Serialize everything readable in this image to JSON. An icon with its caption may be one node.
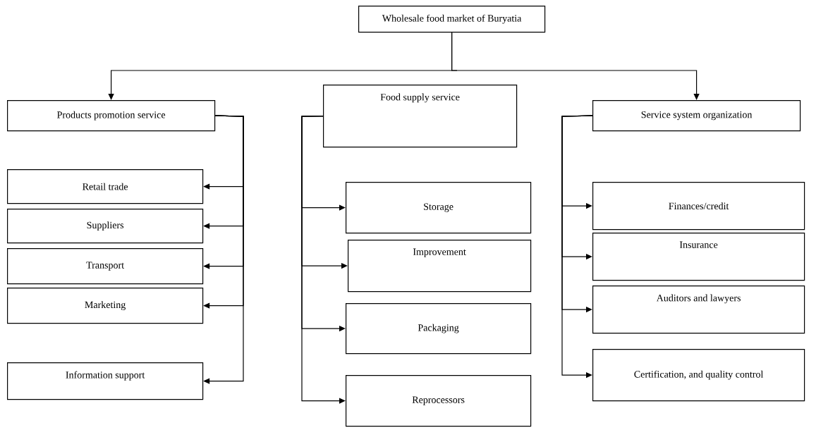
{
  "diagram": {
    "nodes": [
      {
        "text": [
          "Wholesale food market of Buryatia"
        ]
      },
      {
        "text": [
          "Products promotion service"
        ]
      },
      {
        "text": [
          "Food supply service"
        ]
      },
      {
        "text": [
          "Service system organization"
        ]
      },
      {
        "text": [
          "Retail trade"
        ]
      },
      {
        "text": [
          "Suppliers"
        ]
      },
      {
        "text": [
          "Transport"
        ]
      },
      {
        "text": [
          "Marketing"
        ]
      },
      {
        "text": [
          "Information support"
        ]
      },
      {
        "text": [
          "Storage"
        ]
      },
      {
        "text": [
          "Improvement"
        ]
      },
      {
        "text": [
          "Packaging"
        ]
      },
      {
        "text": [
          "Reprocessors"
        ]
      },
      {
        "text": [
          "Finances/credit"
        ]
      },
      {
        "text": [
          "Insurance"
        ]
      },
      {
        "text": [
          "Auditors and lawyers"
        ]
      },
      {
        "text": [
          "Certification, and quality control"
        ]
      }
    ],
    "edges": [
      {
        "from": 0,
        "to": 1,
        "arrow": "to"
      },
      {
        "from": 0,
        "to": 3,
        "arrow": "to"
      },
      {
        "from": 1,
        "to": 4,
        "arrow": "to"
      },
      {
        "from": 1,
        "to": 5,
        "arrow": "to"
      },
      {
        "from": 1,
        "to": 6,
        "arrow": "to"
      },
      {
        "from": 1,
        "to": 7,
        "arrow": "to"
      },
      {
        "from": 1,
        "to": 8,
        "arrow": "to"
      },
      {
        "from": 2,
        "to": 9,
        "arrow": "to"
      },
      {
        "from": 2,
        "to": 10,
        "arrow": "to"
      },
      {
        "from": 2,
        "to": 11,
        "arrow": "to"
      },
      {
        "from": 2,
        "to": 12,
        "arrow": "to"
      },
      {
        "from": 3,
        "to": 13,
        "arrow": "to"
      },
      {
        "from": 3,
        "to": 14,
        "arrow": "to"
      },
      {
        "from": 3,
        "to": 15,
        "arrow": "to"
      },
      {
        "from": 3,
        "to": 16,
        "arrow": "to"
      }
    ]
  }
}
